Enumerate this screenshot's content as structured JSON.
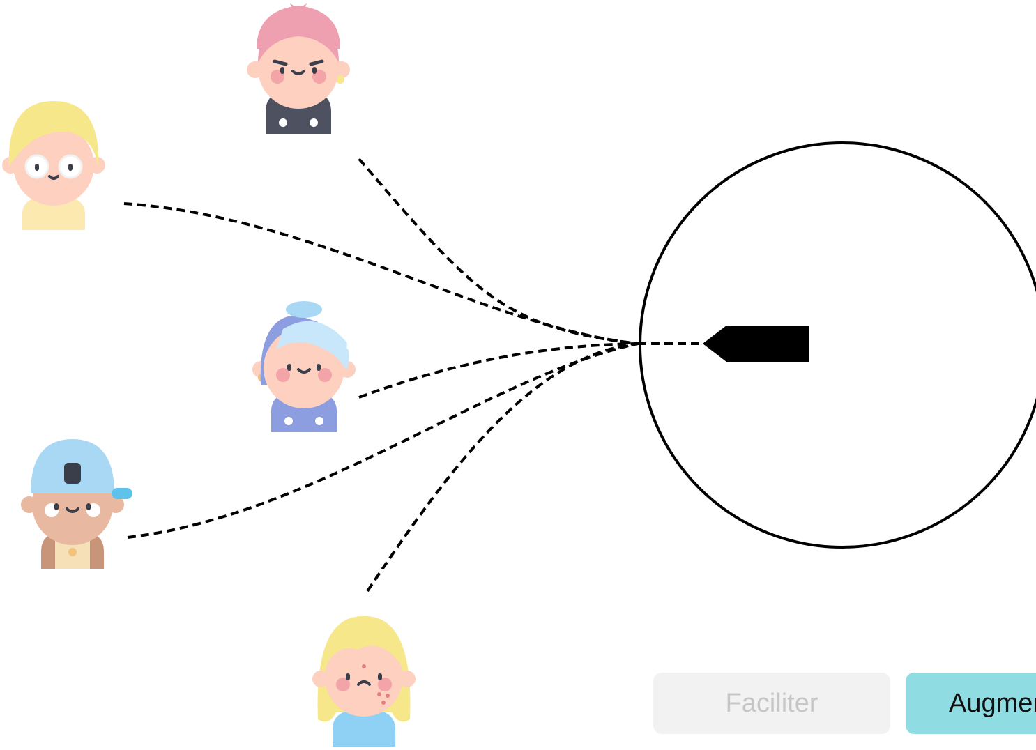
{
  "colors": {
    "line": "#000000",
    "faciliter_bg": "#f2f2f2",
    "faciliter_text": "#c6c6c6",
    "augmenter_bg": "#8fdde3",
    "augmenter_text": "#111111"
  },
  "avatars": [
    {
      "name": "avatar-punk-hoodie",
      "hair": "#ee9fb0",
      "skin": "#fdd0c0",
      "shirt": "#4d5160",
      "mood": "mischief"
    },
    {
      "name": "avatar-glasses-boy",
      "hair": "#f6e88a",
      "skin": "#fdd0c0",
      "shirt": "#fbe9b0",
      "mood": "smile"
    },
    {
      "name": "avatar-blue-hoodie",
      "hair": "#c9e7fa",
      "skin": "#fdd0c0",
      "shirt": "#8d9ee0",
      "mood": "smile"
    },
    {
      "name": "avatar-cap-boy",
      "hair": "#a9d8f5",
      "skin": "#e8b8a0",
      "shirt": "#f6e0b8",
      "mood": "smile"
    },
    {
      "name": "avatar-blonde-girl",
      "hair": "#f6e88a",
      "skin": "#fdd0c0",
      "shirt": "#8fd0f5",
      "mood": "sad"
    }
  ],
  "buttons": {
    "faciliter": "Faciliter",
    "augmenter": "Augmenter"
  }
}
